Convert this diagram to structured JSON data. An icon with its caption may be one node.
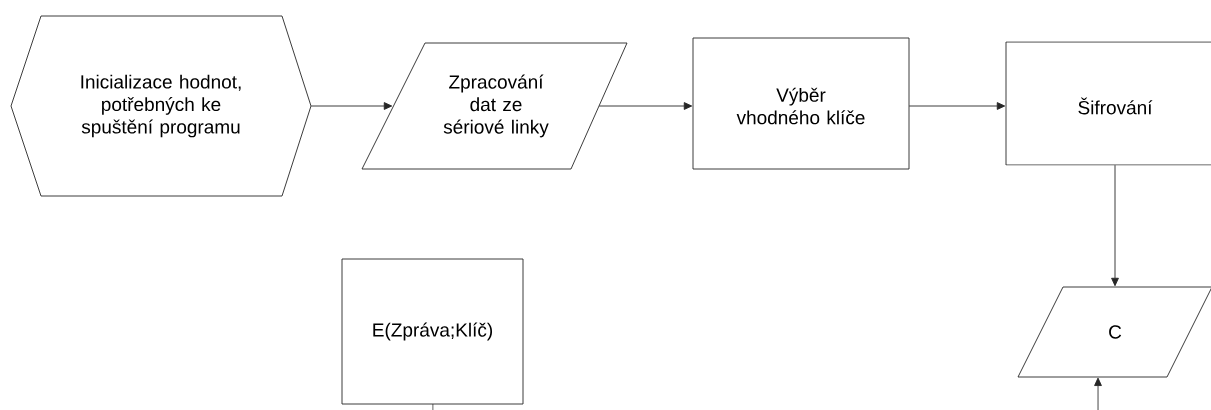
{
  "diagram": {
    "nodes": [
      {
        "text": [
          "Inicializace hodnot, potřebných ke spuštění programu"
        ]
      },
      {
        "text": [
          "Zpracování dat ze sériové linky"
        ]
      },
      {
        "text": [
          "Výběr vhodného klíče"
        ]
      },
      {
        "text": [
          "Šifrování"
        ]
      },
      {
        "text": [
          "E(Zpráva;Klíč)"
        ]
      },
      {
        "text": [
          "C"
        ]
      }
    ],
    "edges": [
      {
        "from": 0,
        "to": 1,
        "arrow": "to"
      },
      {
        "from": 1,
        "to": 2,
        "arrow": "to"
      },
      {
        "from": 2,
        "to": 3,
        "arrow": "to"
      },
      {
        "from": 3,
        "to": 5,
        "arrow": "to"
      },
      {
        "from": null,
        "to": 5,
        "arrow": "to"
      },
      {
        "from": 4,
        "to": null,
        "arrow": "none"
      }
    ]
  }
}
